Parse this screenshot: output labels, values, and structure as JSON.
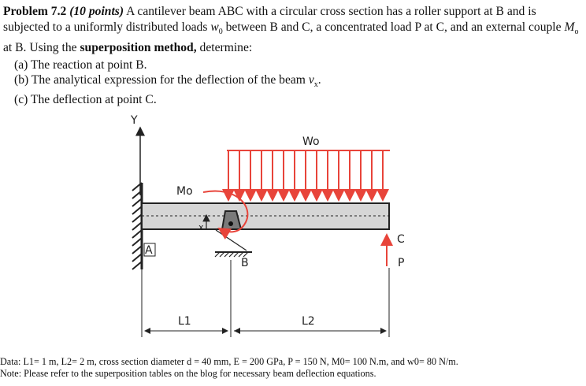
{
  "problem": {
    "heading": "Problem 7.2",
    "points": "(10 points)",
    "text_1": " A cantilever beam ABC with a circular cross section has a roller support at B and is subjected to a uniformly distributed loads ",
    "w0": "w",
    "w0_sub": "0",
    "text_2": " between B and C, a concentrated load P at C, and an external couple ",
    "m0": "M",
    "m0_sub": "o",
    "text_3": " at B. Using the ",
    "method": "superposition method,",
    "text_4": " determine:"
  },
  "parts": [
    {
      "text": "(a) The reaction at point B."
    },
    {
      "text": "(b) The analytical expression for the deflection of the beam ",
      "var": "v",
      "var_sub": "x",
      "end": "."
    },
    {
      "text": "(c) The deflection at point C."
    }
  ],
  "figure": {
    "label_y": "Y",
    "label_a": "A",
    "label_b": "B",
    "label_c": "C",
    "label_p": "P",
    "label_x": "x",
    "label_mo": "Mo",
    "label_wo": "Wo",
    "label_l1": "L1",
    "label_l2": "L2",
    "colors": {
      "load": "#e8443a",
      "beam": "#d6d6d6",
      "support": "#777777"
    }
  },
  "footer": {
    "data_line": "Data: L1= 1 m, L2= 2 m, cross section diameter d = 40 mm, E = 200 GPa, P = 150 N, M0= 100 N.m, and w0= 80 N/m.",
    "note_line": "Note: Please refer to the superposition tables on the blog for necessary beam deflection equations."
  }
}
